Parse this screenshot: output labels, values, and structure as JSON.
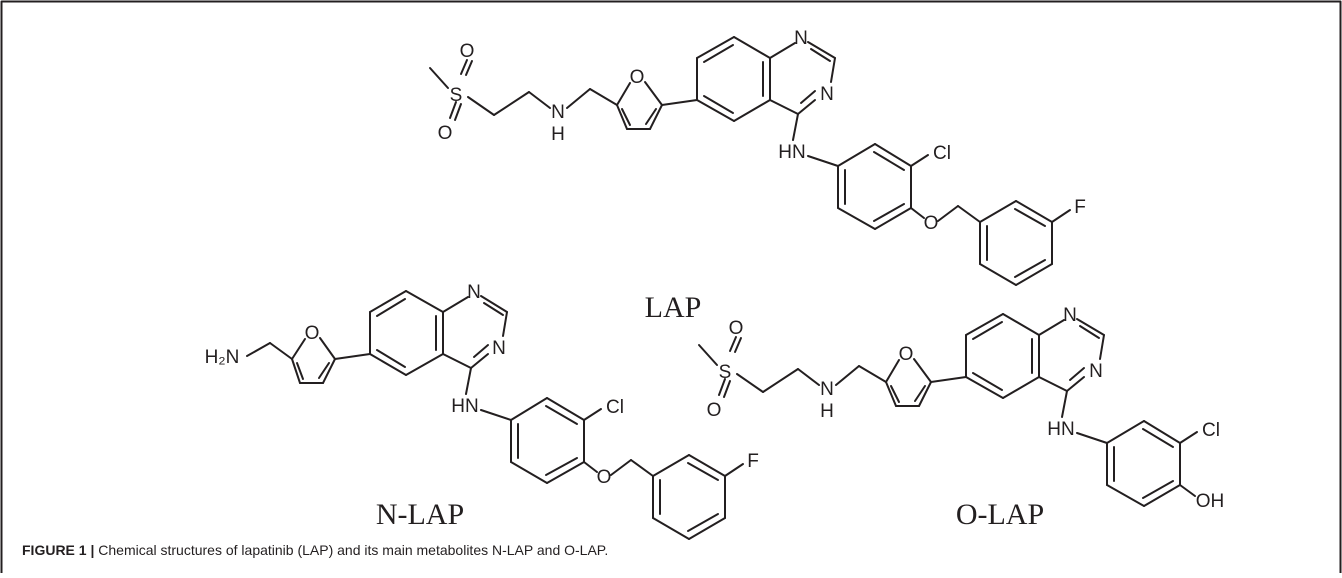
{
  "figure": {
    "label": "FIGURE 1 |",
    "caption": "Chemical structures of lapatinib (LAP) and its main metabolites N-LAP and O-LAP."
  },
  "molecules": {
    "lap": {
      "name": "LAP",
      "atoms": {
        "o1": "O",
        "o2": "O",
        "s": "S",
        "nh": "N",
        "h": "H",
        "o_furan": "O",
        "n1": "N",
        "n3": "N",
        "hn": "HN",
        "cl": "Cl",
        "o_ether": "O",
        "f": "F"
      }
    },
    "nlap": {
      "name": "N-LAP",
      "atoms": {
        "h2n": "H₂N",
        "o_furan": "O",
        "n1": "N",
        "n3": "N",
        "hn": "HN",
        "cl": "Cl",
        "o_ether": "O",
        "f": "F"
      }
    },
    "olap": {
      "name": "O-LAP",
      "atoms": {
        "o1": "O",
        "o2": "O",
        "s": "S",
        "nh": "N",
        "h": "H",
        "o_furan": "O",
        "n1": "N",
        "n3": "N",
        "hn": "HN",
        "cl": "Cl",
        "oh": "OH"
      }
    }
  }
}
